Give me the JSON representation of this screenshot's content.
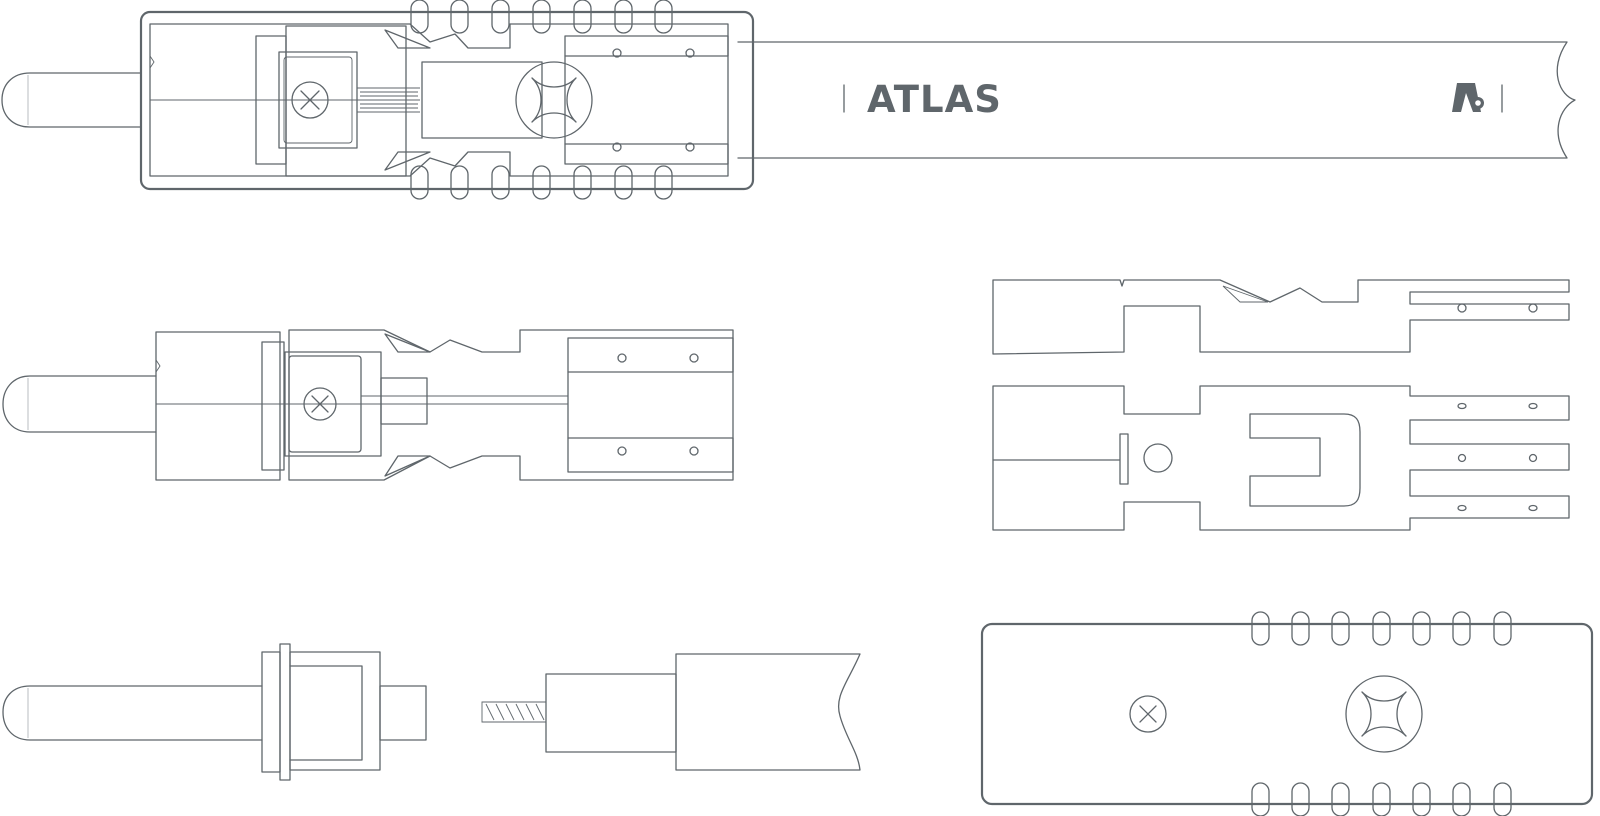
{
  "brand": {
    "name": "ATLAS",
    "color": "#5f666b"
  },
  "diagram": {
    "views": [
      {
        "id": "assembled-connector"
      },
      {
        "id": "connector-core-no-housing"
      },
      {
        "id": "inner-clip-parts"
      },
      {
        "id": "pin-and-cable-exploded"
      },
      {
        "id": "outer-housing-shell"
      }
    ],
    "icons": [
      "screw-head-icon",
      "cross-knob-icon",
      "atlas-logo-mark-icon"
    ]
  }
}
